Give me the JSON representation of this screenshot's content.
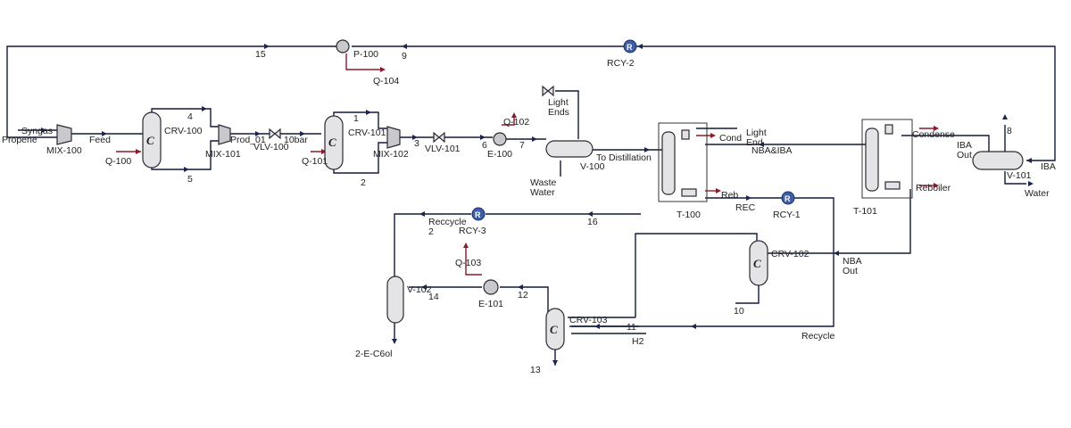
{
  "labels": {
    "syngas": "Syngas",
    "propene": "Propene",
    "mix100": "MIX-100",
    "feed": "Feed",
    "q100": "Q-100",
    "crv100": "CRV-100",
    "s4": "4",
    "s5": "5",
    "mix101": "MIX-101",
    "prod01": "Prod_01",
    "vlv100": "VLV-100",
    "bar10": "10bar",
    "q101": "Q-101",
    "s1": "1",
    "s2": "2",
    "crv101": "CRV-101",
    "mix102": "MIX-102",
    "s3": "3",
    "vlv101": "VLV-101",
    "s6": "6",
    "e100": "E-100",
    "q102": "Q-102",
    "s7": "7",
    "lightends": "Light\nEnds",
    "v100": "V-100",
    "todist": "To Distillation",
    "wastewater": "Waste\nWater",
    "t100": "T-100",
    "cond": "Cond",
    "lightend2": "Light\nEnd",
    "reb": "Reb",
    "nbaiba": "NBA&IBA",
    "rec": "REC",
    "rcy1": "RCY-1",
    "t101": "T-101",
    "condense": "Condense",
    "reboiler": "Reboiler",
    "ibaout": "IBA\nOut",
    "s8": "8",
    "v101": "V-101",
    "iba": "IBA",
    "water": "Water",
    "pump": "P-100",
    "s9": "9",
    "s15": "15",
    "q104": "Q-104",
    "rcy2": "RCY-2",
    "reccycle2": "Reccycle\n2",
    "rcy3": "RCY-3",
    "s16": "16",
    "crv102": "CRV-102",
    "nbaout": "NBA\nOut",
    "s10": "10",
    "q103": "Q-103",
    "e101": "E-101",
    "s12": "12",
    "v102": "V-102",
    "s14": "14",
    "ethylhexanol": "2-E-C6ol",
    "crv103": "CRV-103",
    "s11": "11",
    "h2": "H2",
    "s13": "13",
    "recycle": "Recycle"
  },
  "colors": {
    "material_stream": "#111a3a",
    "energy_stream": "#8c1a2a",
    "recycle_block": "#3d5fa8"
  }
}
